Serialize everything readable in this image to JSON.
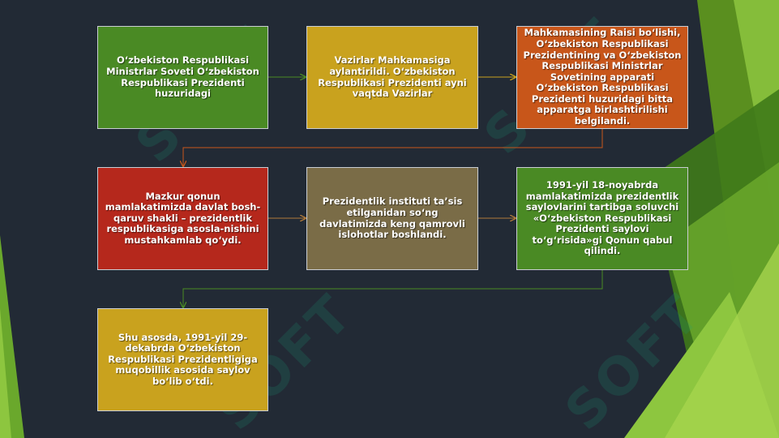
{
  "watermark": "SOFT",
  "colors": {
    "background": "#222a35",
    "green": "#4a8a24",
    "gold": "#c9a21e",
    "orange": "#c8561a",
    "red": "#b5281c",
    "olive": "#7a6c47",
    "accent_lime": "#8dc63f"
  },
  "flow": {
    "box1": "O‘zbekiston Respublikasi Ministrlar Soveti O‘zbekiston Respublikasi Prezidenti huzuridagi",
    "box2": "Vazirlar Mahkamasiga aylantirildi. O‘zbekiston Respublikasi Prezidenti ayni vaqtda Vazirlar",
    "box3": "Mahkamasining Raisi bo‘lishi, O‘zbekiston Respublikasi Prezidentining va O‘zbekiston Respublikasi Ministrlar Sovetining apparati O‘zbekiston Respublikasi Prezidenti huzuridagi bitta apparatga birlashtirilishi belgilandi.",
    "box4": "Mazkur qonun mamlakatimizda davlat bosh-qaruv shakli – prezidentlik respublikasiga asosla-nishini mustahkamlab qo‘ydi.",
    "box5": "Prezidentlik instituti ta’sis etilganidan so‘ng davlatimizda keng qamrovli islohotlar boshlandi.",
    "box6": "1991-yil 18-noyabrda mamlakatimizda prezidentlik saylovlarini tartibga soluvchi «O‘zbekiston Respublikasi Prezidenti saylovi to‘g‘risida»gi Qonun qabul qilindi.",
    "box7": "Shu asosda, 1991-yil 29-dekabrda O‘zbekiston Respublikasi Prezidentligiga muqobillik asosida saylov bo‘lib o‘tdi."
  }
}
